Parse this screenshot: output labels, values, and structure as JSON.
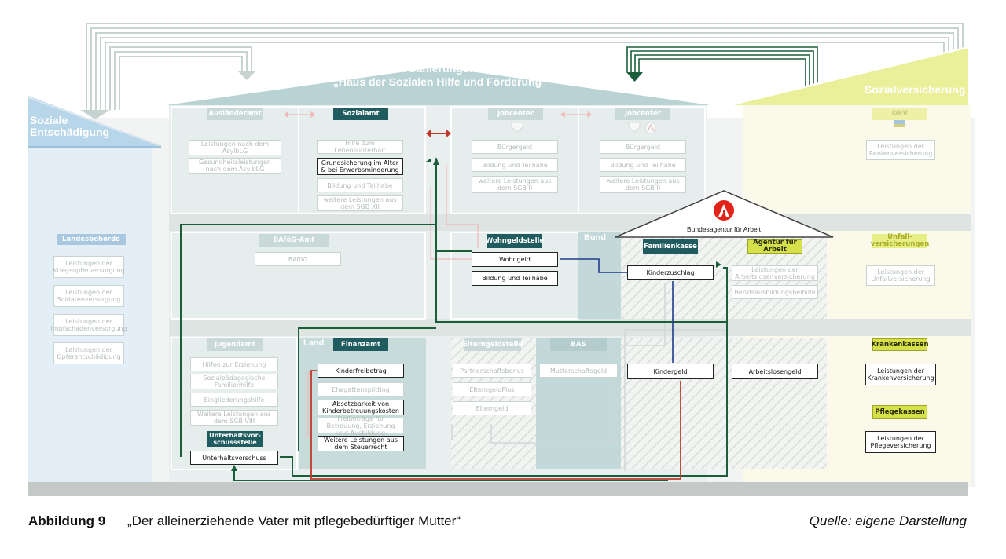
{
  "title": {
    "line1": "Ein Sanierungsfall?",
    "line2": "„Haus der Sozialen Hilfe und Förderung“"
  },
  "left_house": {
    "title_line1": "Soziale",
    "title_line2": "Entschädigung"
  },
  "right_house": {
    "title": "Sozialversicherung"
  },
  "ba_house": {
    "title": "Bundesagentur für Arbeit"
  },
  "zone_labels": {
    "bund": "Bund",
    "land": "Land"
  },
  "offices": {
    "landesbehoerde": "Landesbehörde",
    "auslaenderamt": "Ausländeramt",
    "sozialamt": "Sozialamt",
    "jobcenter1": "Jobcenter",
    "jobcenter2": "Jobcenter",
    "drv": "DRV",
    "bafoeg_amt": "BAföG-Amt",
    "wohngeldstelle": "Wohngeldstelle",
    "familienkasse": "Familienkasse",
    "agentur": "Agentur für Arbeit",
    "unfall": "Unfall-versicherungen",
    "jugendamt": "Jugendamt",
    "finanzamt": "Finanzamt",
    "elterngeldstelle": "Elterngeldstelle",
    "bas": "BAS",
    "krankenkassen": "Krankenkassen",
    "pflegekassen": "Pflegekassen",
    "uvs": "Unterhaltsvor-schussstelle"
  },
  "benefits": {
    "lb1": "Leistungen der Kriegsopferversorgung",
    "lb2": "Leistungen der Soldatenversorgung",
    "lb3": "Leistungen der Impfschadenversorgung",
    "lb4": "Leistungen der Opferentschädigung",
    "aa1": "Leistungen nach dem AsylbLG",
    "aa2": "Gesundheitsleistungen nach dem AsylbLG",
    "so1": "Hilfe zum Lebensunterhalt",
    "so2": "Grundsicherung im Alter & bei Erwerbsminderung",
    "so3": "Bildung und Teilhabe",
    "so4": "weitere Leistungen aus dem SGB XII",
    "jc1a": "Bürgergeld",
    "jc1b": "Bildung und Teilhabe",
    "jc1c": "weitere Leistungen aus dem SGB II",
    "jc2a": "Bürgergeld",
    "jc2b": "Bildung und Teilhabe",
    "jc2c": "weitere Leistungen aus dem SGB II",
    "drv1": "Leistungen der Rentenversicherung",
    "bafoeg": "BAföG",
    "wg1": "Wohngeld",
    "wg2": "Bildung und Teilhabe",
    "fk1": "Kinderzuschlag",
    "aa_1": "Leistungen der Arbeitslosenversicherung",
    "aa_2": "Berufsausbildungsbeihilfe",
    "unf1": "Leistungen der Unfallversicherung",
    "ju1": "Hilfen zur Erziehung",
    "ju2": "Sozialpädagogische Familienhilfe",
    "ju3": "Eingliederungshilfe",
    "ju4": "Weitere Leistungen aus dem SGB VIII",
    "uvs1": "Unterhaltsvorschuss",
    "fa1": "Kinderfreibetrag",
    "fa2": "Ehegattensplitting",
    "fa3": "Absetzbarkeit von Kinderbetreuungskosten",
    "fa4": "Freibeträge für Betreuung, Erziehung und Ausbildung",
    "fa5": "Weitere Leistungen aus dem Steuerrecht",
    "el1": "Partnerschaftsbonus",
    "el2": "ElterngeldPlus",
    "el3": "Elterngeld",
    "bas1": "Mutterschaftsgeld",
    "kg": "Kindergeld",
    "alg": "Arbeitslosengeld",
    "kk1": "Leistungen der Krankenversicherung",
    "pk1": "Leistungen der Pflegeversicherung"
  },
  "caption": {
    "label": "Abbildung 9",
    "text": "„Der alleinerziehende Vater mit pflegebedürftiger Mutter“",
    "source": "Quelle: eigene Darstellung"
  },
  "colors": {
    "teal_dark": "#1f5b5f",
    "green_path": "#1d5e3a",
    "red_path": "#c0392b",
    "navy_path": "#1e3a8a",
    "left_blue": "#b8d6ea",
    "right_yellow": "#eaf09a"
  }
}
